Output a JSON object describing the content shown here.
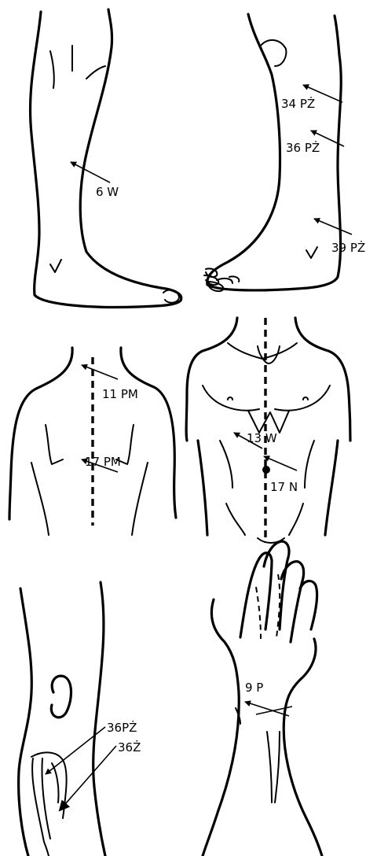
{
  "labels": {
    "p6w": "6 W",
    "p34pz": "34 PŻ",
    "p36pz": "36 PŻ",
    "p39pz": "39 PŻ",
    "p11pm": "11 PM",
    "p17pm": "17 PM",
    "p13w": "13 W",
    "p17n": "17 N",
    "p36pz_knee": "36PŻ",
    "p36z": "36Ż",
    "p9p": "9 P"
  }
}
